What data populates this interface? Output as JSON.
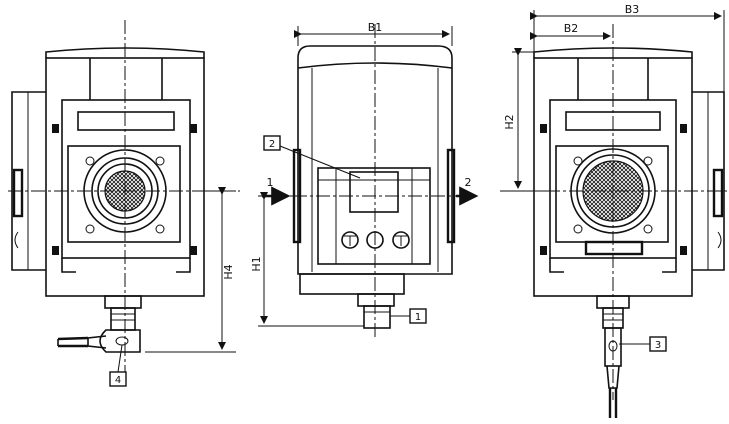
{
  "dimensions": {
    "b1": "B1",
    "b2": "B2",
    "b3": "B3",
    "h1": "H1",
    "h2": "H2",
    "h4": "H4"
  },
  "flow": {
    "inlet": "1",
    "outlet": "2"
  },
  "callouts": {
    "c1": "1",
    "c2": "2",
    "c3": "3",
    "c4": "4"
  }
}
